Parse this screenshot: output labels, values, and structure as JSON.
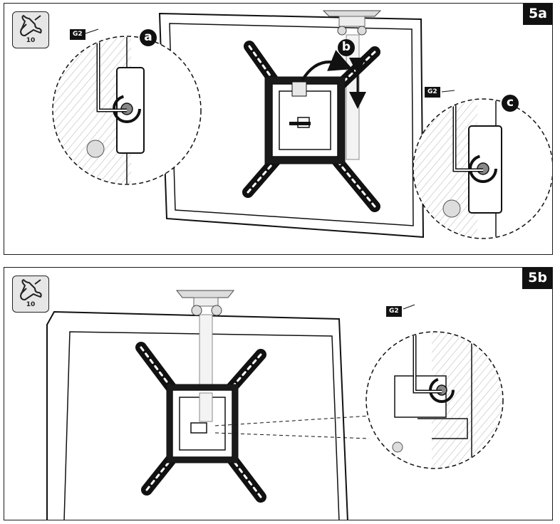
{
  "panels": [
    {
      "step": "5a",
      "tool_icon": "wrench-icon",
      "tool_size": "10",
      "callouts": [
        "a",
        "b",
        "c"
      ],
      "part_tags": [
        "G2",
        "G2"
      ]
    },
    {
      "step": "5b",
      "tool_icon": "wrench-icon",
      "tool_size": "10",
      "part_tags": [
        "G2"
      ]
    }
  ],
  "colors": {
    "ink": "#111111",
    "badge_bg": "#111111",
    "tool_box_bg": "#e6e6e6",
    "hatch": "#b5b5b5"
  }
}
